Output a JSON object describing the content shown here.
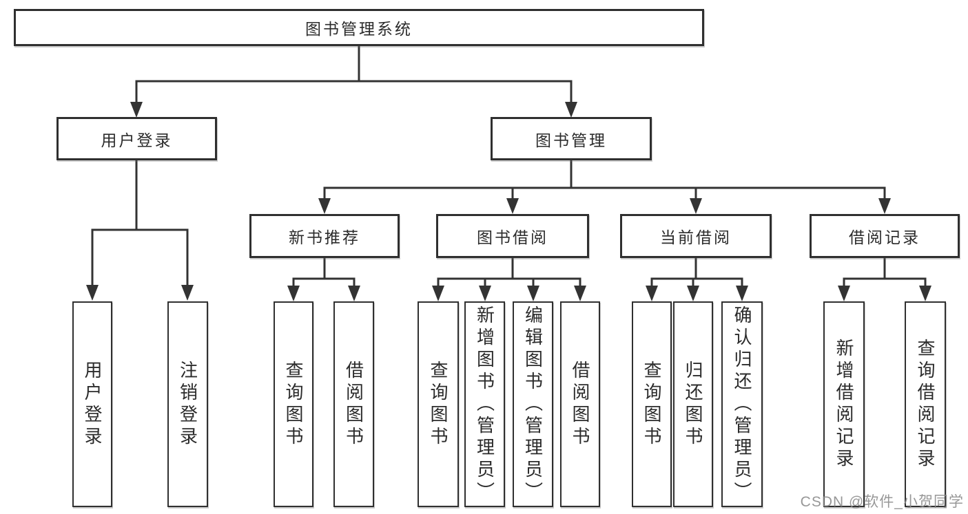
{
  "diagram": {
    "root": {
      "label": "图书管理系统"
    },
    "level2": [
      {
        "label": "用户登录"
      },
      {
        "label": "图书管理"
      }
    ],
    "level3": [
      {
        "label": "新书推荐"
      },
      {
        "label": "图书借阅"
      },
      {
        "label": "当前借阅"
      },
      {
        "label": "借阅记录"
      }
    ],
    "level4": [
      {
        "label": "用户登录"
      },
      {
        "label": "注销登录"
      },
      {
        "label": "查询图书"
      },
      {
        "label": "借阅图书"
      },
      {
        "label": "查询图书"
      },
      {
        "label": "新增图书（管理员）"
      },
      {
        "label": "编辑图书（管理员）"
      },
      {
        "label": "借阅图书"
      },
      {
        "label": "查询图书"
      },
      {
        "label": "归还图书"
      },
      {
        "label": "确认归还（管理员）"
      },
      {
        "label": "新增借阅记录"
      },
      {
        "label": "查询借阅记录"
      }
    ],
    "colors": {
      "line": "#333333",
      "box_border": "#2f2f2f",
      "box_fill": "#ffffff",
      "text": "#2b2b2b",
      "watermark": "#8c8c8c"
    },
    "watermark": "CSDN @软件_小贺同学"
  }
}
